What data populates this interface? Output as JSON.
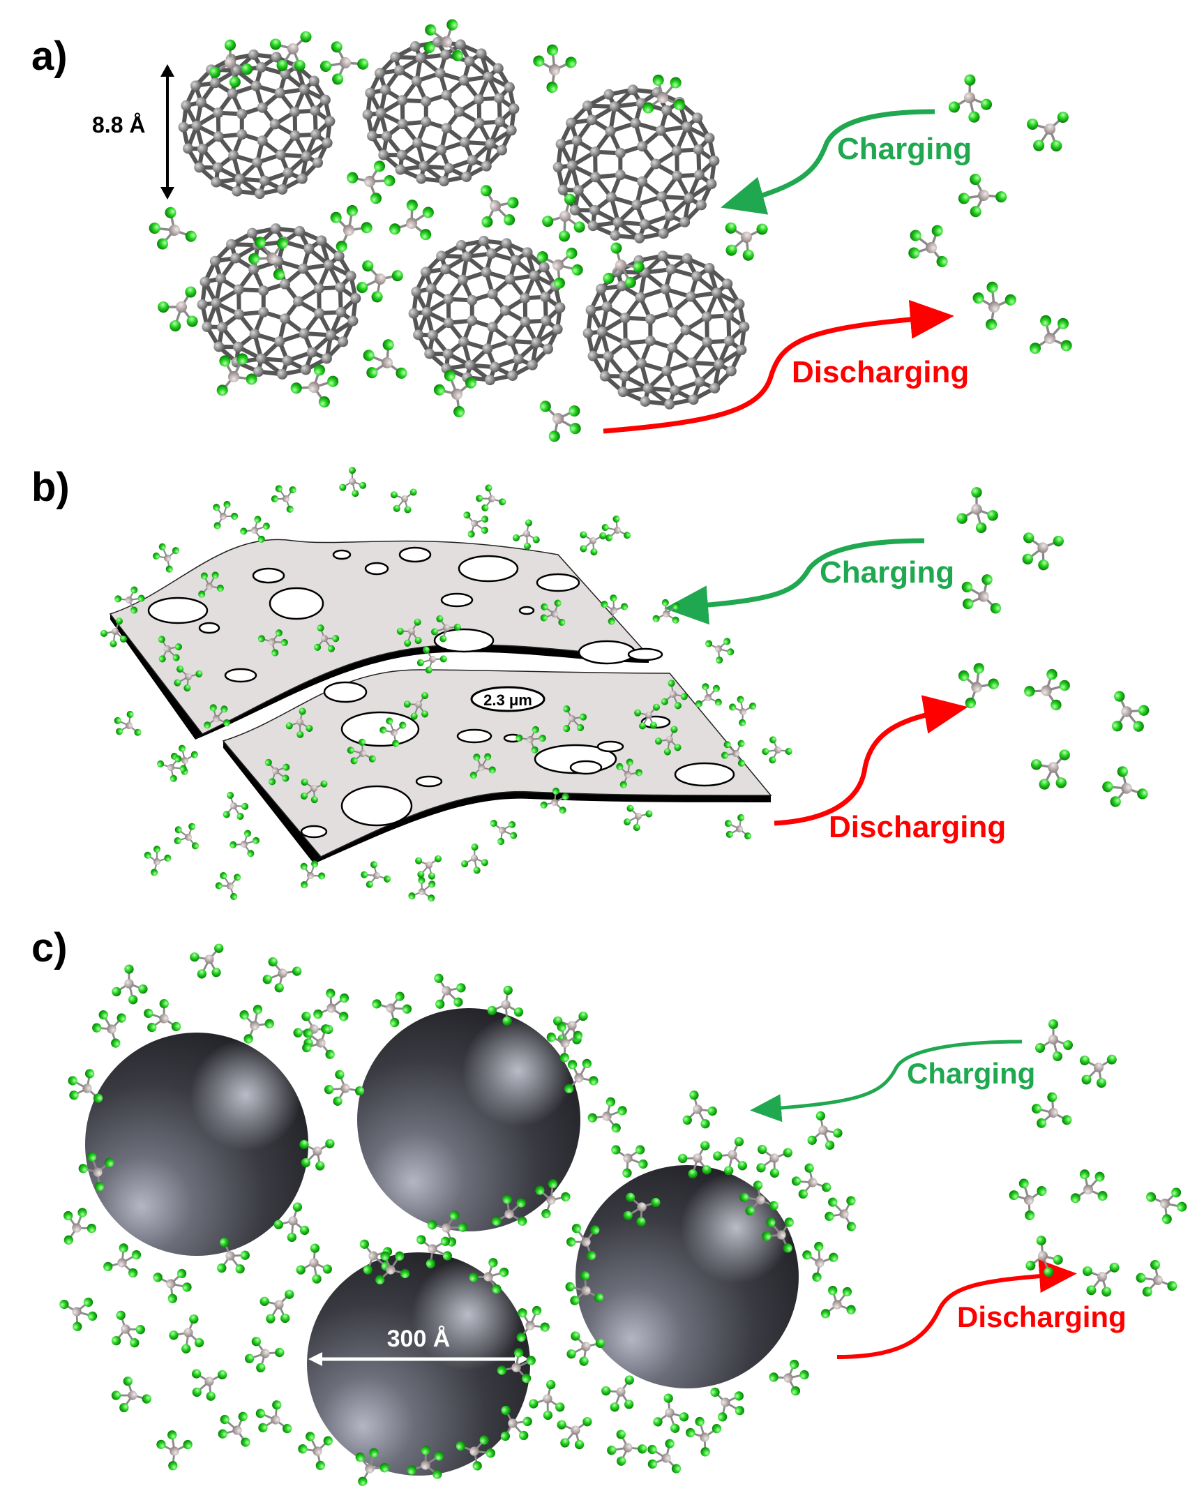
{
  "panels": [
    {
      "label": "a)",
      "charging_label": "Charging",
      "discharging_label": "Discharging",
      "dimension_label": "8.8 Å"
    },
    {
      "label": "b)",
      "charging_label": "Charging",
      "discharging_label": "Discharging",
      "dimension_label": "2.3 μm"
    },
    {
      "label": "c)",
      "charging_label": "Charging",
      "discharging_label": "Discharging",
      "dimension_label": "300 Å"
    }
  ],
  "colors": {
    "charging": "#1fa84f",
    "discharging": "#ff0000",
    "atom_green": "#1ed31e",
    "atom_center": "#c9b8b8",
    "carbon": "#6e6e6e",
    "sheet": "#e2dedd",
    "sphere_dark": "#2b2b30"
  }
}
